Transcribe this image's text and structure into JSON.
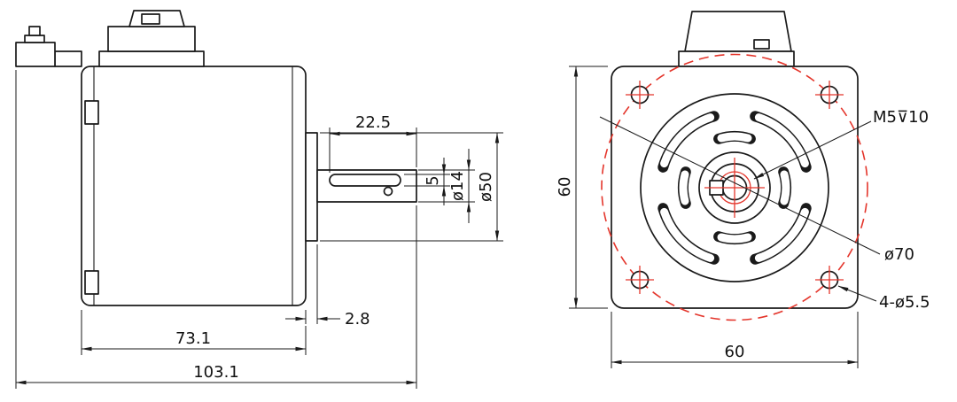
{
  "side_view": {
    "dim_key_length": "22.5",
    "dim_key_height": "5",
    "dim_shaft_diameter": "ø14",
    "dim_pilot_diameter": "ø50",
    "dim_pilot_length": "2.8",
    "dim_body_length": "73.1",
    "dim_overall_length": "103.1"
  },
  "front_view": {
    "dim_flange_height": "60",
    "dim_flange_width": "60",
    "label_tapped_hole": "M5⊽10",
    "label_bolt_circle": "ø70",
    "label_mounting_holes": "4-ø5.5"
  },
  "colors": {
    "line": "#1a1a1a",
    "accent_red": "#e4352b"
  }
}
